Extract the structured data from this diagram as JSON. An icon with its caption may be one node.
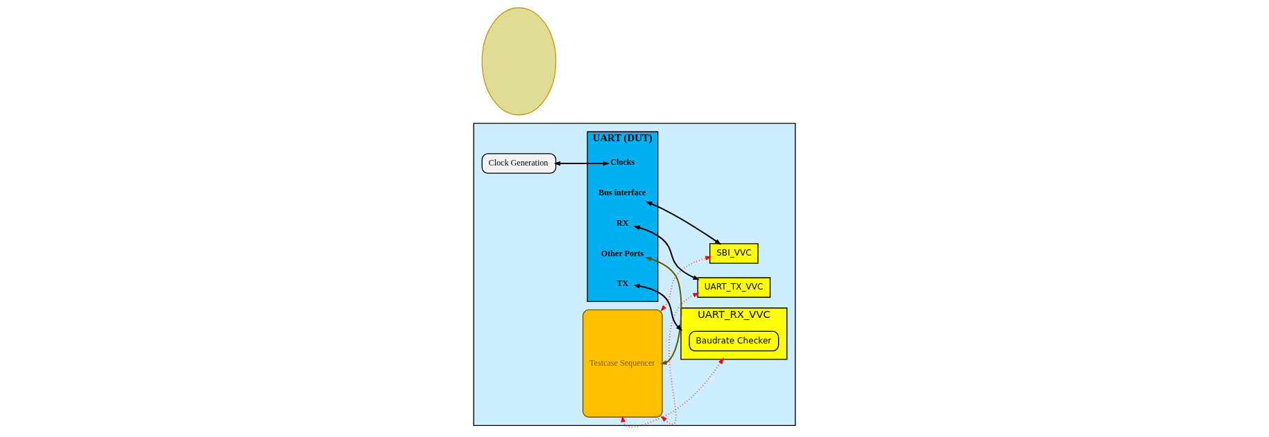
{
  "diagram": {
    "nodes": [
      {
        "text": [],
        "shape": "box"
      },
      {
        "text": [
          "Clock Generation"
        ],
        "in": 0
      },
      {
        "text": [],
        "shape": "circle"
      },
      {
        "text": [
          "Testcase Sequencer"
        ],
        "in": 0
      },
      {
        "text": [
          "SBI_VVC"
        ],
        "in": 0
      },
      {
        "text": [
          "UART (DUT)"
        ],
        "in": 0
      },
      {
        "text": [
          "Clocks"
        ],
        "in": 5
      },
      {
        "text": [
          "Bus interface"
        ],
        "in": 5
      },
      {
        "text": [
          "Other Ports"
        ],
        "in": 5
      },
      {
        "text": [
          "TX"
        ],
        "in": 5
      },
      {
        "text": [
          "RX"
        ],
        "in": 5
      },
      {
        "text": [
          "UART_RX_VVC"
        ],
        "in": 0
      },
      {
        "text": [
          "Baudrate Checker"
        ],
        "in": 11
      },
      {
        "text": [
          "UART_TX_VVC"
        ],
        "in": 0
      }
    ],
    "edges": [
      {
        "from": 1,
        "to": 6,
        "arrow": "both"
      },
      {
        "from": 3,
        "to": 4,
        "arrow": "both",
        "style": "dashed",
        "color": "#ff0000"
      },
      {
        "from": 4,
        "to": 7,
        "arrow": "both"
      },
      {
        "from": 8,
        "to": 3,
        "arrow": "both",
        "color": "#6b5300"
      },
      {
        "from": 9,
        "to": 11,
        "arrow": "both"
      },
      {
        "from": 10,
        "to": 13,
        "arrow": "both"
      },
      {
        "from": 3,
        "to": 13,
        "arrow": "both",
        "style": "dashed",
        "color": "#ff0000"
      },
      {
        "from": 3,
        "to": 11,
        "arrow": "both",
        "style": "dashed",
        "color": "#ff0000"
      }
    ]
  }
}
